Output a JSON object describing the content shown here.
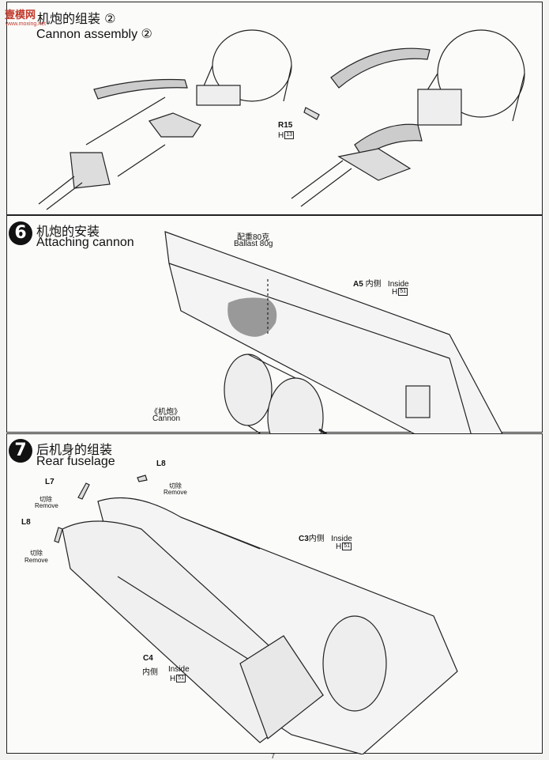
{
  "watermark": {
    "logo_text": "壹模网",
    "url": "www.moxing.net"
  },
  "step5b": {
    "title_cn": "机炮的组装",
    "circle_num": "②",
    "title_en": "Cannon assembly",
    "circle_num_en": "②",
    "part_code": "R15",
    "h_prefix": "H",
    "h_num": "13"
  },
  "step6": {
    "number": "6",
    "title_cn": "机炮的安装",
    "title_en": "Attaching cannon",
    "ballast_cn": "配重80克",
    "ballast_en": "Ballast 80g",
    "part_a5": "A5",
    "inside_cn": "内侧",
    "inside_en": "Inside",
    "h_prefix": "H",
    "h_num": "51",
    "cannon_cn": "《机炮》",
    "cannon_en": "Cannon"
  },
  "step7": {
    "number": "7",
    "title_cn": "后机身的组装",
    "title_en": "Rear fuselage",
    "l8_top": "L8",
    "remove_cn_1": "切除",
    "remove_en_1": "Remove",
    "l7": "L7",
    "remove_cn_2": "切除",
    "remove_en_2": "Remove",
    "l8_left": "L8",
    "remove_cn_3": "切除",
    "remove_en_3": "Remove",
    "c3": "C3",
    "c3_inside_cn": "内侧",
    "c3_inside_en": "Inside",
    "c3_h_prefix": "H",
    "c3_h_num": "51",
    "c4": "C4",
    "c4_inside_cn": "内侧",
    "c4_inside_en": "Inside",
    "c4_h_prefix": "H",
    "c4_h_num": "51"
  },
  "page_number": "7"
}
